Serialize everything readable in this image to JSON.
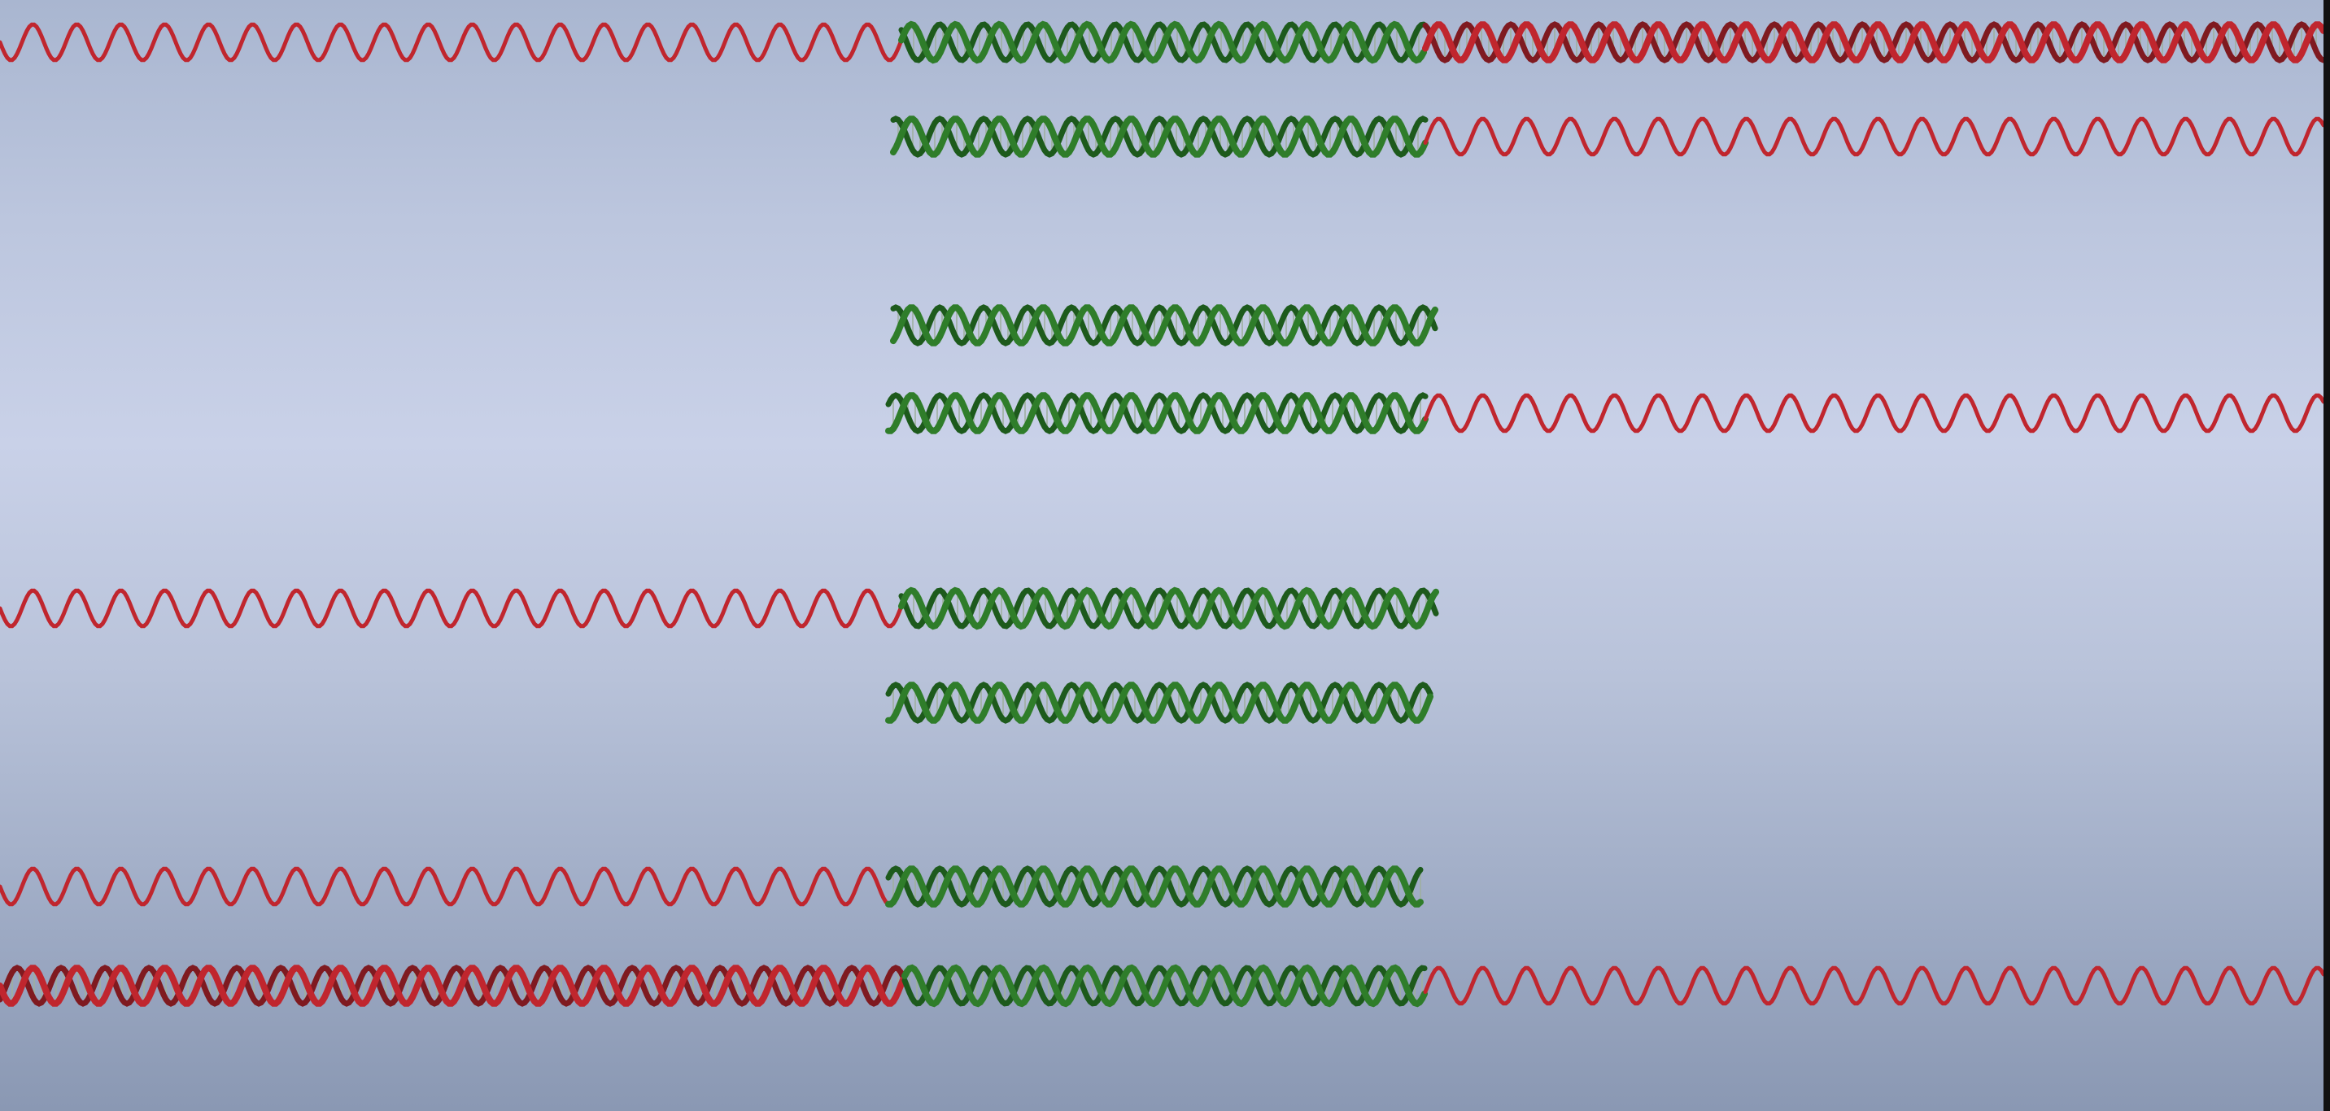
{
  "colors": {
    "old_strand": "#c0262e",
    "old_strand_dark": "#7f1a20",
    "new_strand": "#2f7d2a",
    "new_strand_dark": "#1d5a1c",
    "rungs": "#9fb0a0"
  },
  "segment_kinds": [
    "old-single-strand",
    "old-double-helix",
    "new-double-helix"
  ]
}
